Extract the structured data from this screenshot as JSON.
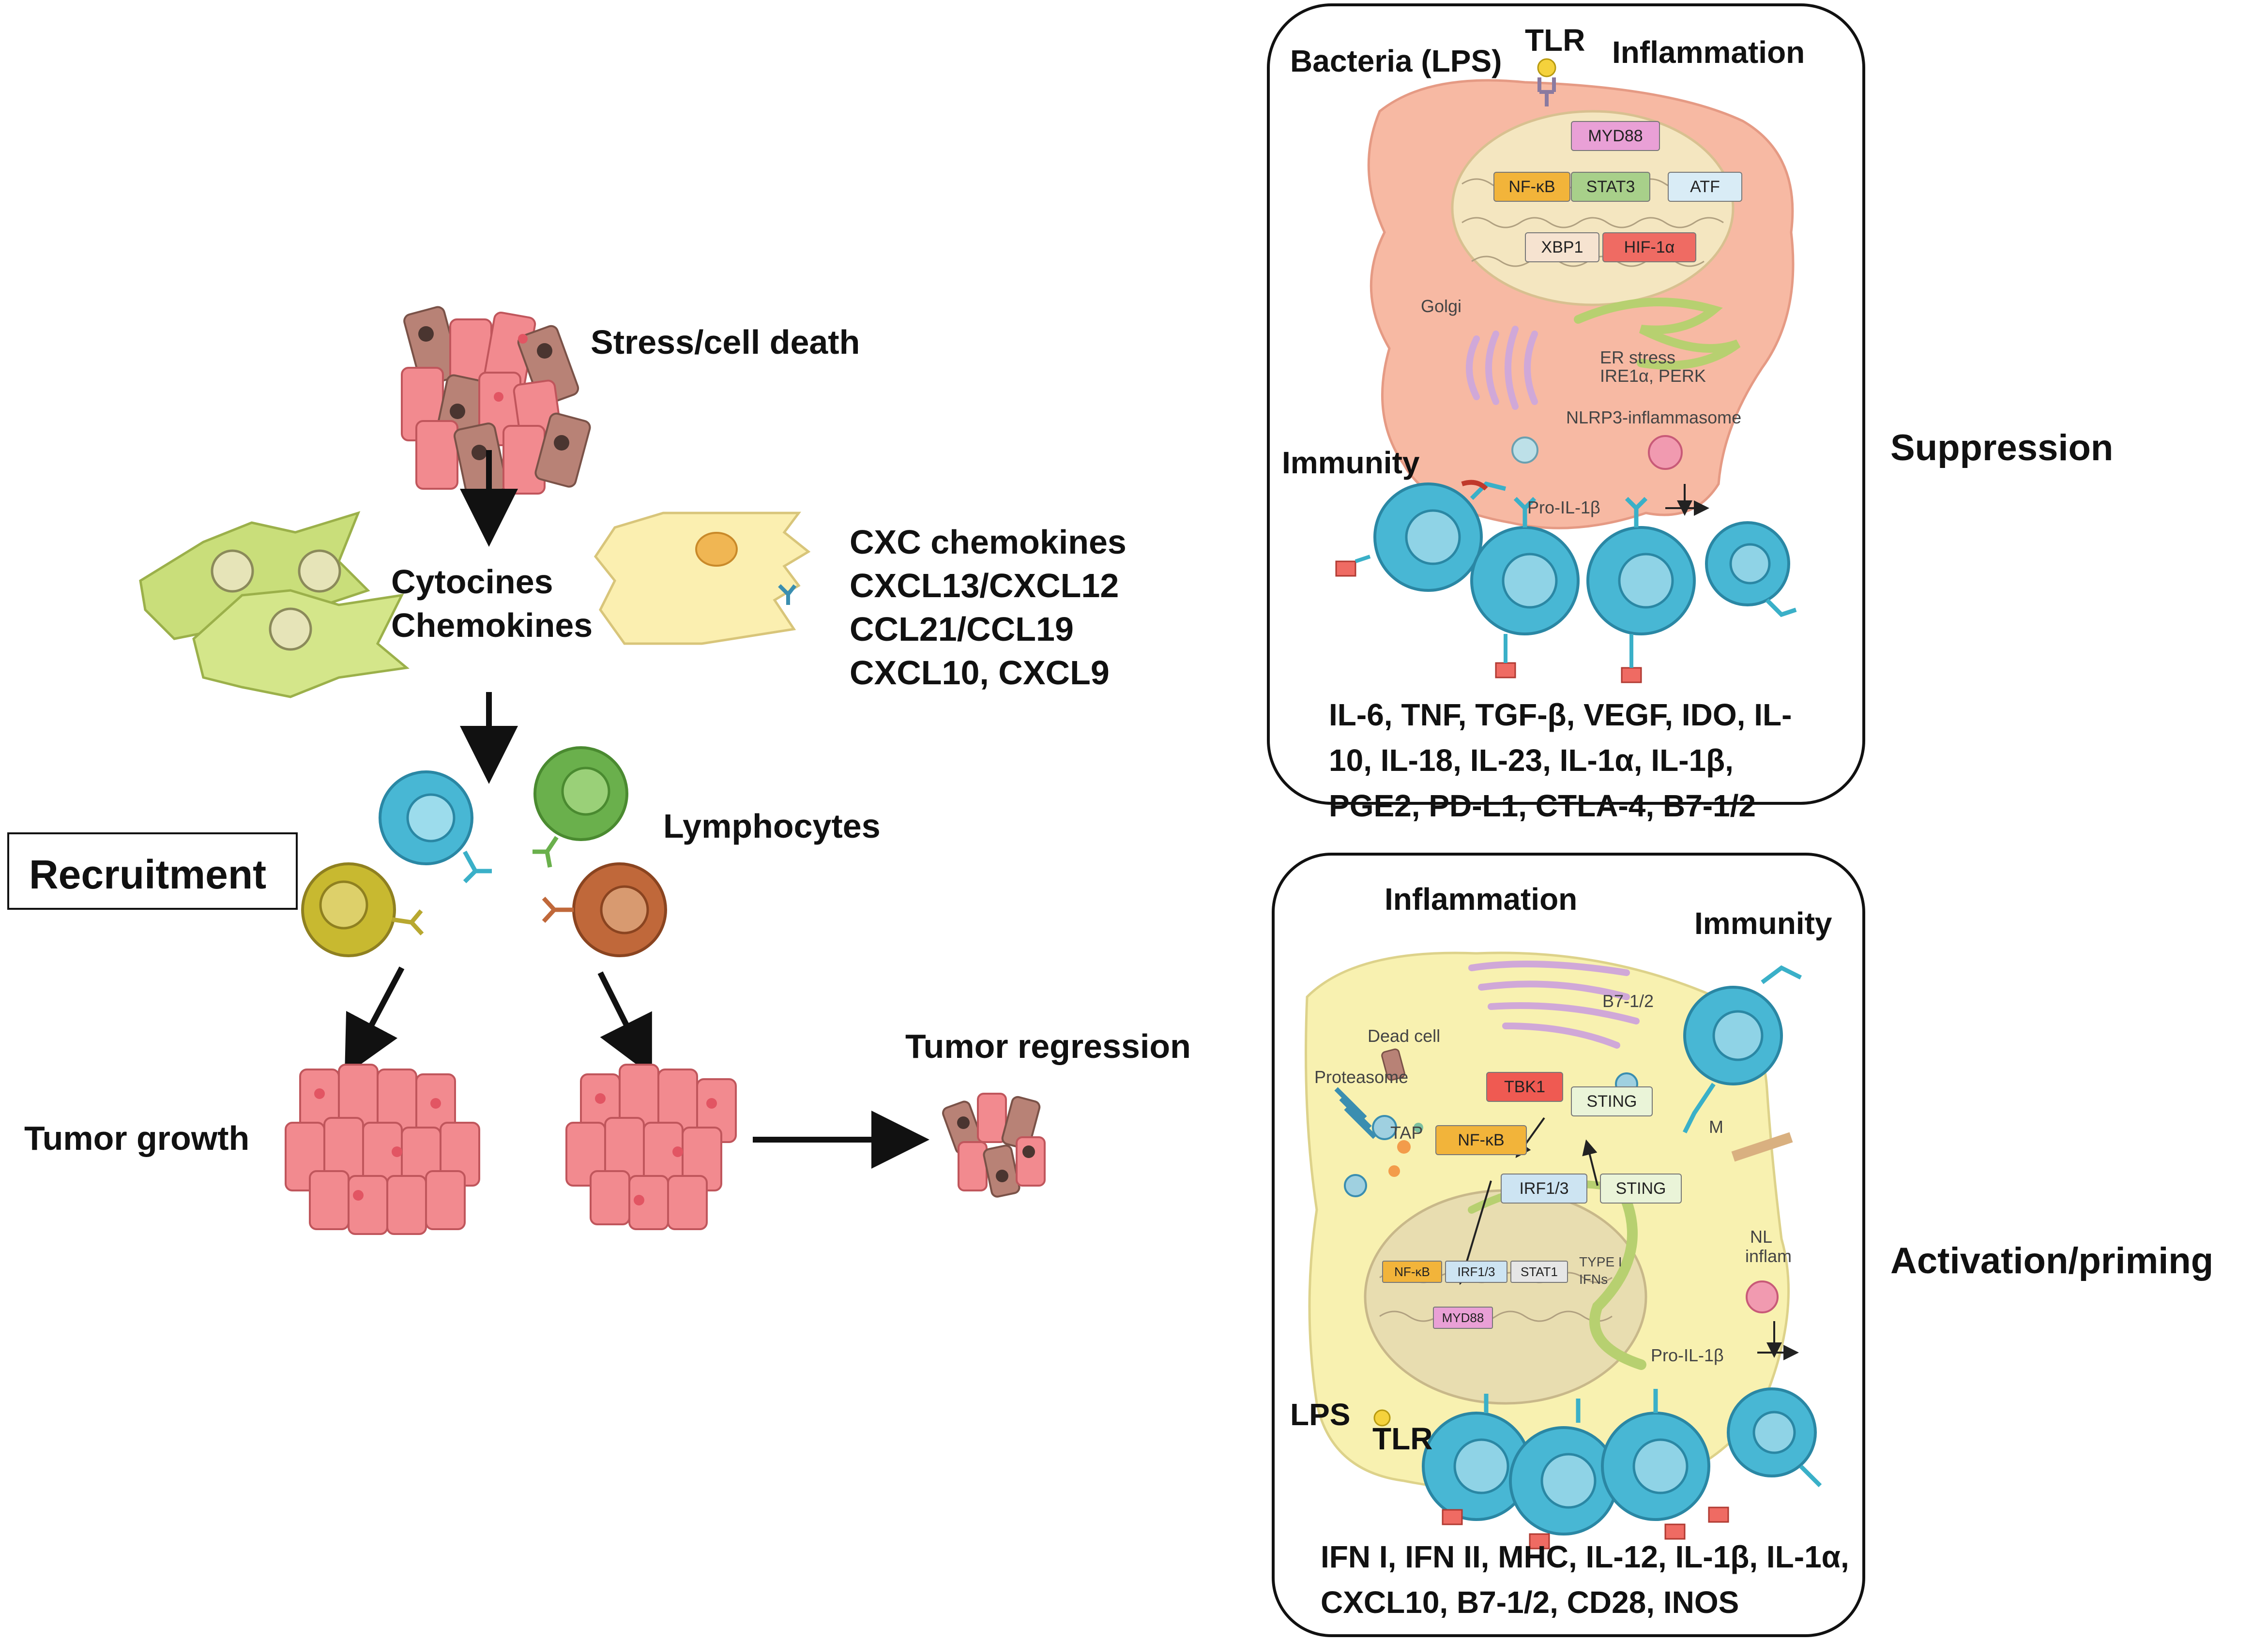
{
  "left": {
    "stress_label": "Stress/cell death",
    "cytocines_label": "Cytocines",
    "chemokines_label": "Chemokines",
    "chemokine_list": [
      "CXC chemokines",
      "CXCL13/CXCL12",
      "CCL21/CCL19",
      "CXCL10, CXCL9"
    ],
    "lymphocytes_label": "Lymphocytes",
    "recruitment_label": "Recruitment",
    "tumor_growth_label": "Tumor growth",
    "tumor_regression_label": "Tumor regression"
  },
  "suppression_panel": {
    "side_label": "Suppression",
    "bacteria_label": "Bacteria (LPS)",
    "tlr_label": "TLR",
    "inflammation_label": "Inflammation",
    "immunity_label": "Immunity",
    "nucleus_tags": [
      "MYD88",
      "NF-κB",
      "STAT3",
      "ATF",
      "XBP1",
      "HIF-1α"
    ],
    "golgi_label": "Golgi",
    "er_stress_lines": [
      "ER stress",
      "IRE1α, PERK"
    ],
    "nlrp3_label": "NLRP3-inflammasome",
    "pro_il_label": "Pro-IL-1β",
    "cytokine_lines": [
      "IL-6, TNF, TGF-β, VEGF, IDO, IL-",
      "10,  IL-18, IL-23, IL-1α, IL-1β,",
      "PGE2, PD-L1, CTLA-4, B7-1/2"
    ]
  },
  "activation_panel": {
    "side_label": "Activation/priming",
    "inflammation_label": "Inflammation",
    "immunity_label": "Immunity",
    "dead_cell_label": "Dead cell",
    "b7_label": "B7-1/2",
    "proteasome_label": "Proteasome",
    "tap_label": "TAP",
    "tbk1_label": "TBK1",
    "sting_labels": [
      "STING",
      "STING"
    ],
    "nfkb_label": "NF-κB",
    "irf_label": "IRF1/3",
    "nucleus_tags": [
      "NF-κB",
      "IRF1/3",
      "STAT1",
      "MYD88"
    ],
    "type_ifn_lines": [
      "TYPE I",
      "IFNs"
    ],
    "nl_lines": [
      "NL",
      "inflam"
    ],
    "m_label": "M",
    "pro_il_label": "Pro-IL-1β",
    "lps_label": "LPS",
    "tlr_label": "TLR",
    "cytokine_lines": [
      "IFN I, IFN II, MHC, IL-12, IL-1β, IL-1α,",
      "CXCL10, B7-1/2, CD28, INOS"
    ]
  },
  "colors": {
    "tumor": "#f28a8f",
    "dead_cell": "#b88276",
    "lymph_blue": "#48b7d4",
    "lymph_green": "#6ab04c",
    "lymph_olive": "#c8b930",
    "lymph_brown": "#c0683a",
    "dendritic": "#c9de7a",
    "fibroblast": "#fbefb0",
    "suppression_cell": "#f7b9a3",
    "activation_cell": "#f8f1b0",
    "nucleus": "#f4e6c0"
  }
}
